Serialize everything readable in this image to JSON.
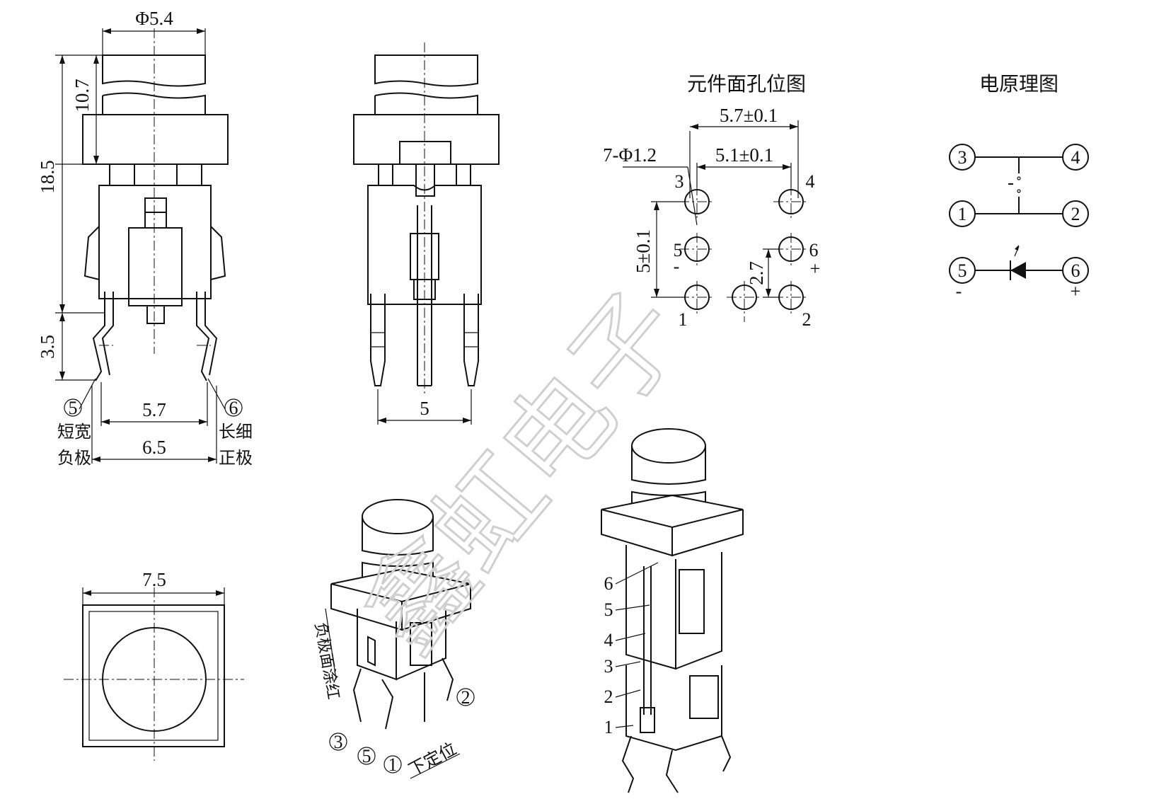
{
  "front_view": {
    "dia_cap": "Φ5.4",
    "dim_cap_height": "10.7",
    "dim_total_height": "18.5",
    "dim_pin_length": "3.5",
    "dim_pin_pitch": "5.7",
    "dim_outer_width": "6.5",
    "pin_left_num": "5",
    "pin_right_num": "6",
    "left_note_1": "短宽",
    "left_note_2": "负极",
    "right_note_1": "长细",
    "right_note_2": "正极"
  },
  "side_view": {
    "dim_pitch": "5"
  },
  "top_view": {
    "dim_width": "7.5"
  },
  "footprint": {
    "title": "元件面孔位图",
    "dim_outer": "5.7±0.1",
    "dim_inner": "5.1±0.1",
    "hole_spec": "7-Φ1.2",
    "dim_vertical": "5±0.1",
    "dim_led": "2.7",
    "labels": [
      "3",
      "4",
      "5",
      "6",
      "1",
      "2"
    ],
    "minus": "-",
    "plus": "+"
  },
  "schematic": {
    "title": "电原理图",
    "pins": [
      "3",
      "4",
      "1",
      "2",
      "5",
      "6"
    ],
    "minus": "-",
    "plus": "+"
  },
  "iso_left": {
    "note_red": "负极面涂红",
    "note_locate": "下定位",
    "pins": [
      "3",
      "5",
      "1",
      "2"
    ]
  },
  "iso_right": {
    "pins": [
      "6",
      "5",
      "4",
      "3",
      "2",
      "1"
    ]
  },
  "watermark": "鑫虹电子"
}
